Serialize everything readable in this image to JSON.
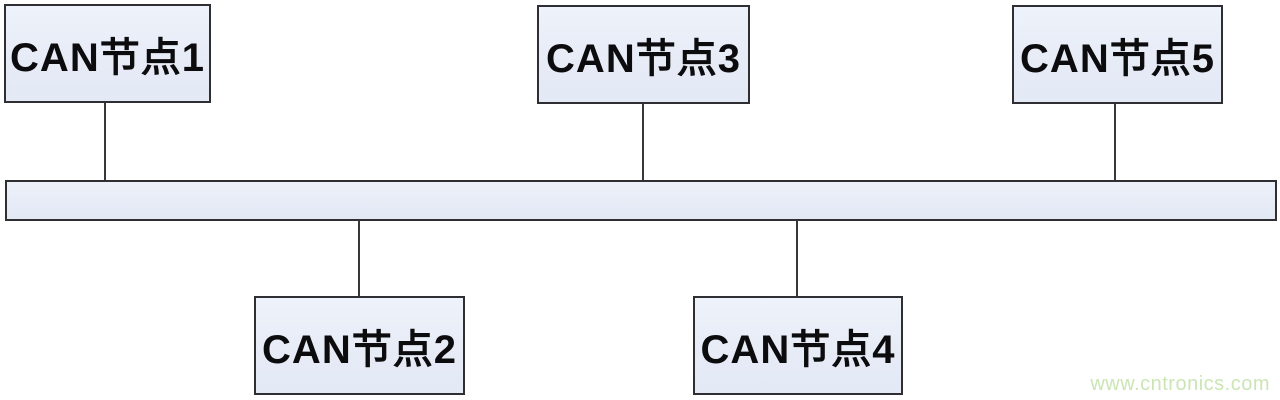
{
  "diagram": {
    "type": "bus-topology",
    "nodes": [
      {
        "label": "CAN节点1",
        "row": "top",
        "connected_to": "bus"
      },
      {
        "label": "CAN节点2",
        "row": "bottom",
        "connected_to": "bus"
      },
      {
        "label": "CAN节点3",
        "row": "top",
        "connected_to": "bus"
      },
      {
        "label": "CAN节点4",
        "row": "bottom",
        "connected_to": "bus"
      },
      {
        "label": "CAN节点5",
        "row": "top",
        "connected_to": "bus"
      }
    ],
    "bus": {
      "label": ""
    },
    "colors": {
      "node_fill": "#e6ebf6",
      "node_border": "#2e2e33",
      "connector": "#36363b",
      "background": "#ffffff"
    }
  },
  "watermark": {
    "text": "www.cntronics.com",
    "color": "#cbe5b5"
  }
}
